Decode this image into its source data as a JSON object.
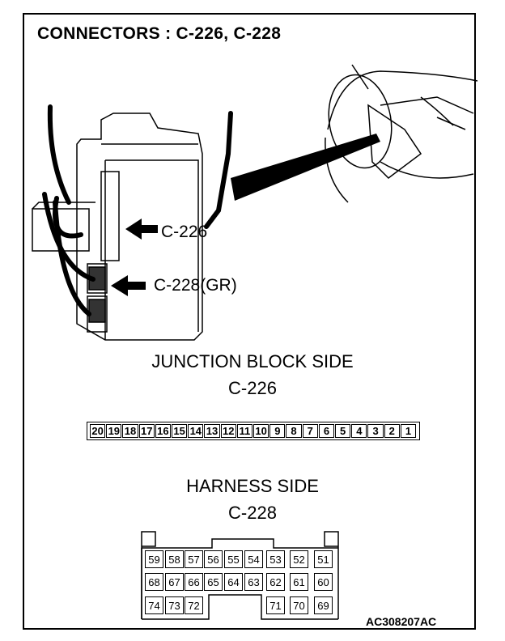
{
  "title": "CONNECTORS : C-226, C-228",
  "callouts": {
    "c226": "C-226",
    "c228": "C-228(GR)"
  },
  "junction": {
    "heading": "JUNCTION BLOCK SIDE",
    "connector": "C-226",
    "pins": [
      "20",
      "19",
      "18",
      "17",
      "16",
      "15",
      "14",
      "13",
      "12",
      "11",
      "10",
      "9",
      "8",
      "7",
      "6",
      "5",
      "4",
      "3",
      "2",
      "1"
    ]
  },
  "harness": {
    "heading": "HARNESS SIDE",
    "connector": "C-228",
    "row1": [
      "59",
      "58",
      "57",
      "56",
      "55",
      "54",
      "53",
      "52",
      "51"
    ],
    "row2": [
      "68",
      "67",
      "66",
      "65",
      "64",
      "63",
      "62",
      "61",
      "60"
    ],
    "row3_left": [
      "74",
      "73",
      "72"
    ],
    "row3_right": [
      "71",
      "70",
      "69"
    ]
  },
  "figure_code": "AC308207AC"
}
